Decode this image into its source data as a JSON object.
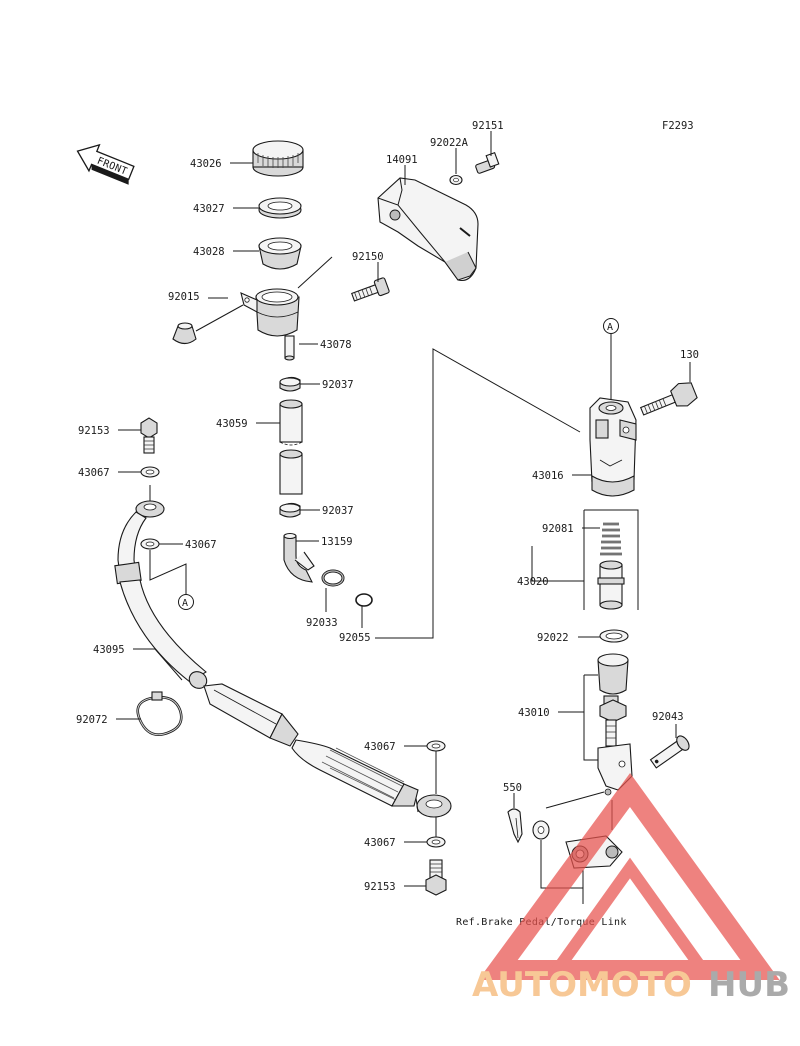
{
  "figure_code": "F2293",
  "front_label": "FRONT",
  "reference_note": "Ref.Brake Pedal/Torque Link",
  "callouts": {
    "c43026": "43026",
    "c43027": "43027",
    "c43028": "43028",
    "c92015": "92015",
    "c14091": "14091",
    "c92022A": "92022A",
    "c92151": "92151",
    "c92150": "92150",
    "c43078": "43078",
    "c92037a": "92037",
    "c43059": "43059",
    "c92037b": "92037",
    "c13159": "13159",
    "c92033": "92033",
    "c92055": "92055",
    "c92153a": "92153",
    "c43067a": "43067",
    "c43067b": "43067",
    "c43095": "43095",
    "c92072": "92072",
    "c43067c": "43067",
    "c43067d": "43067",
    "c92153b": "92153",
    "c130": "130",
    "c43016": "43016",
    "c92081": "92081",
    "c43020": "43020",
    "c92022": "92022",
    "c43010": "43010",
    "c92043": "92043",
    "c550": "550"
  },
  "markers": {
    "a_top": "A",
    "a_left": "A"
  },
  "watermark": {
    "part1": "AUTOMOTO",
    "part2": "HUB",
    "color1": "#f5b46e",
    "color2": "#8a8a8a",
    "triangle_color": "#e8534e"
  }
}
